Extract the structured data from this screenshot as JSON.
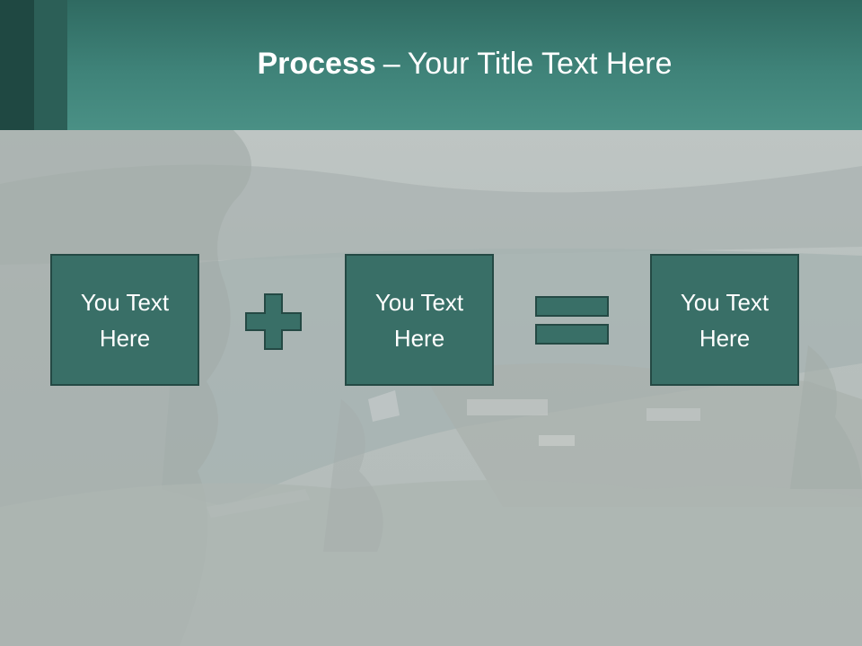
{
  "slide": {
    "title_bold": "Process",
    "title_separator": "–",
    "title_rest": "Your Title Text Here"
  },
  "process": {
    "boxes": [
      {
        "label": "You Text\nHere"
      },
      {
        "label": "You Text\nHere"
      },
      {
        "label": "You Text\nHere"
      }
    ],
    "operators": [
      "plus-icon",
      "equals-icon"
    ]
  },
  "colors": {
    "header": "#3f8379",
    "box_fill": "#396f67",
    "box_border": "#244944",
    "background": "#b9c1bf"
  }
}
